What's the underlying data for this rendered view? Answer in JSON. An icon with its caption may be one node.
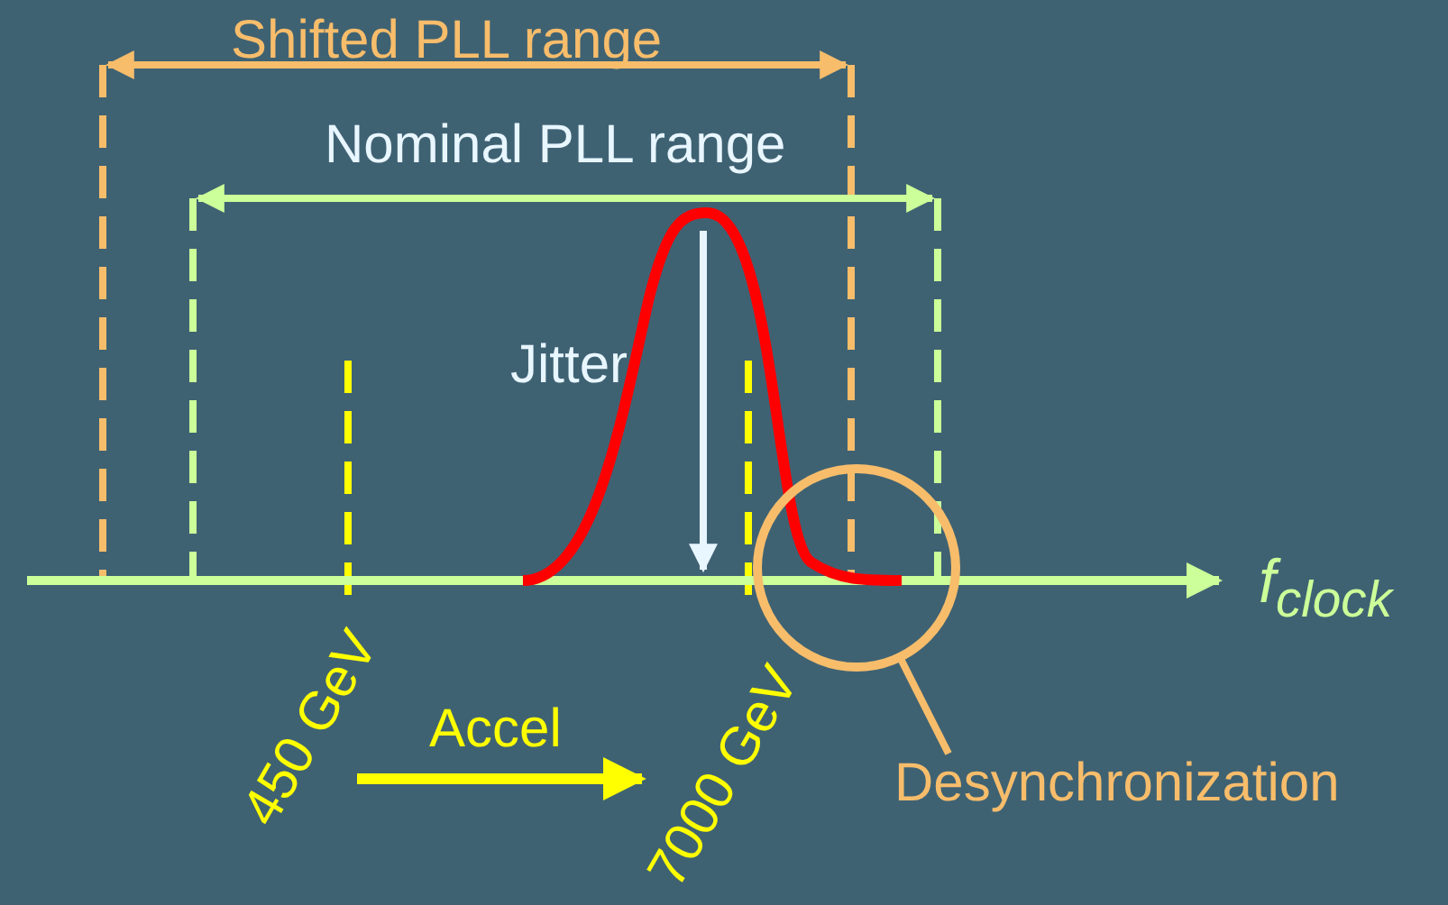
{
  "diagram": {
    "nodes": [
      {
        "text": [
          "Desynchronization"
        ]
      },
      {
        "text": [],
        "shape": "circle"
      }
    ],
    "edges": [
      {
        "from": 0,
        "to": 1,
        "arrow": "none"
      }
    ],
    "labels": [
      "Shifted PLL range",
      "Nominal PLL range",
      "Jitter",
      "f$_{clock}$",
      "450 GeV",
      "Accel",
      "7000 GeV"
    ]
  }
}
